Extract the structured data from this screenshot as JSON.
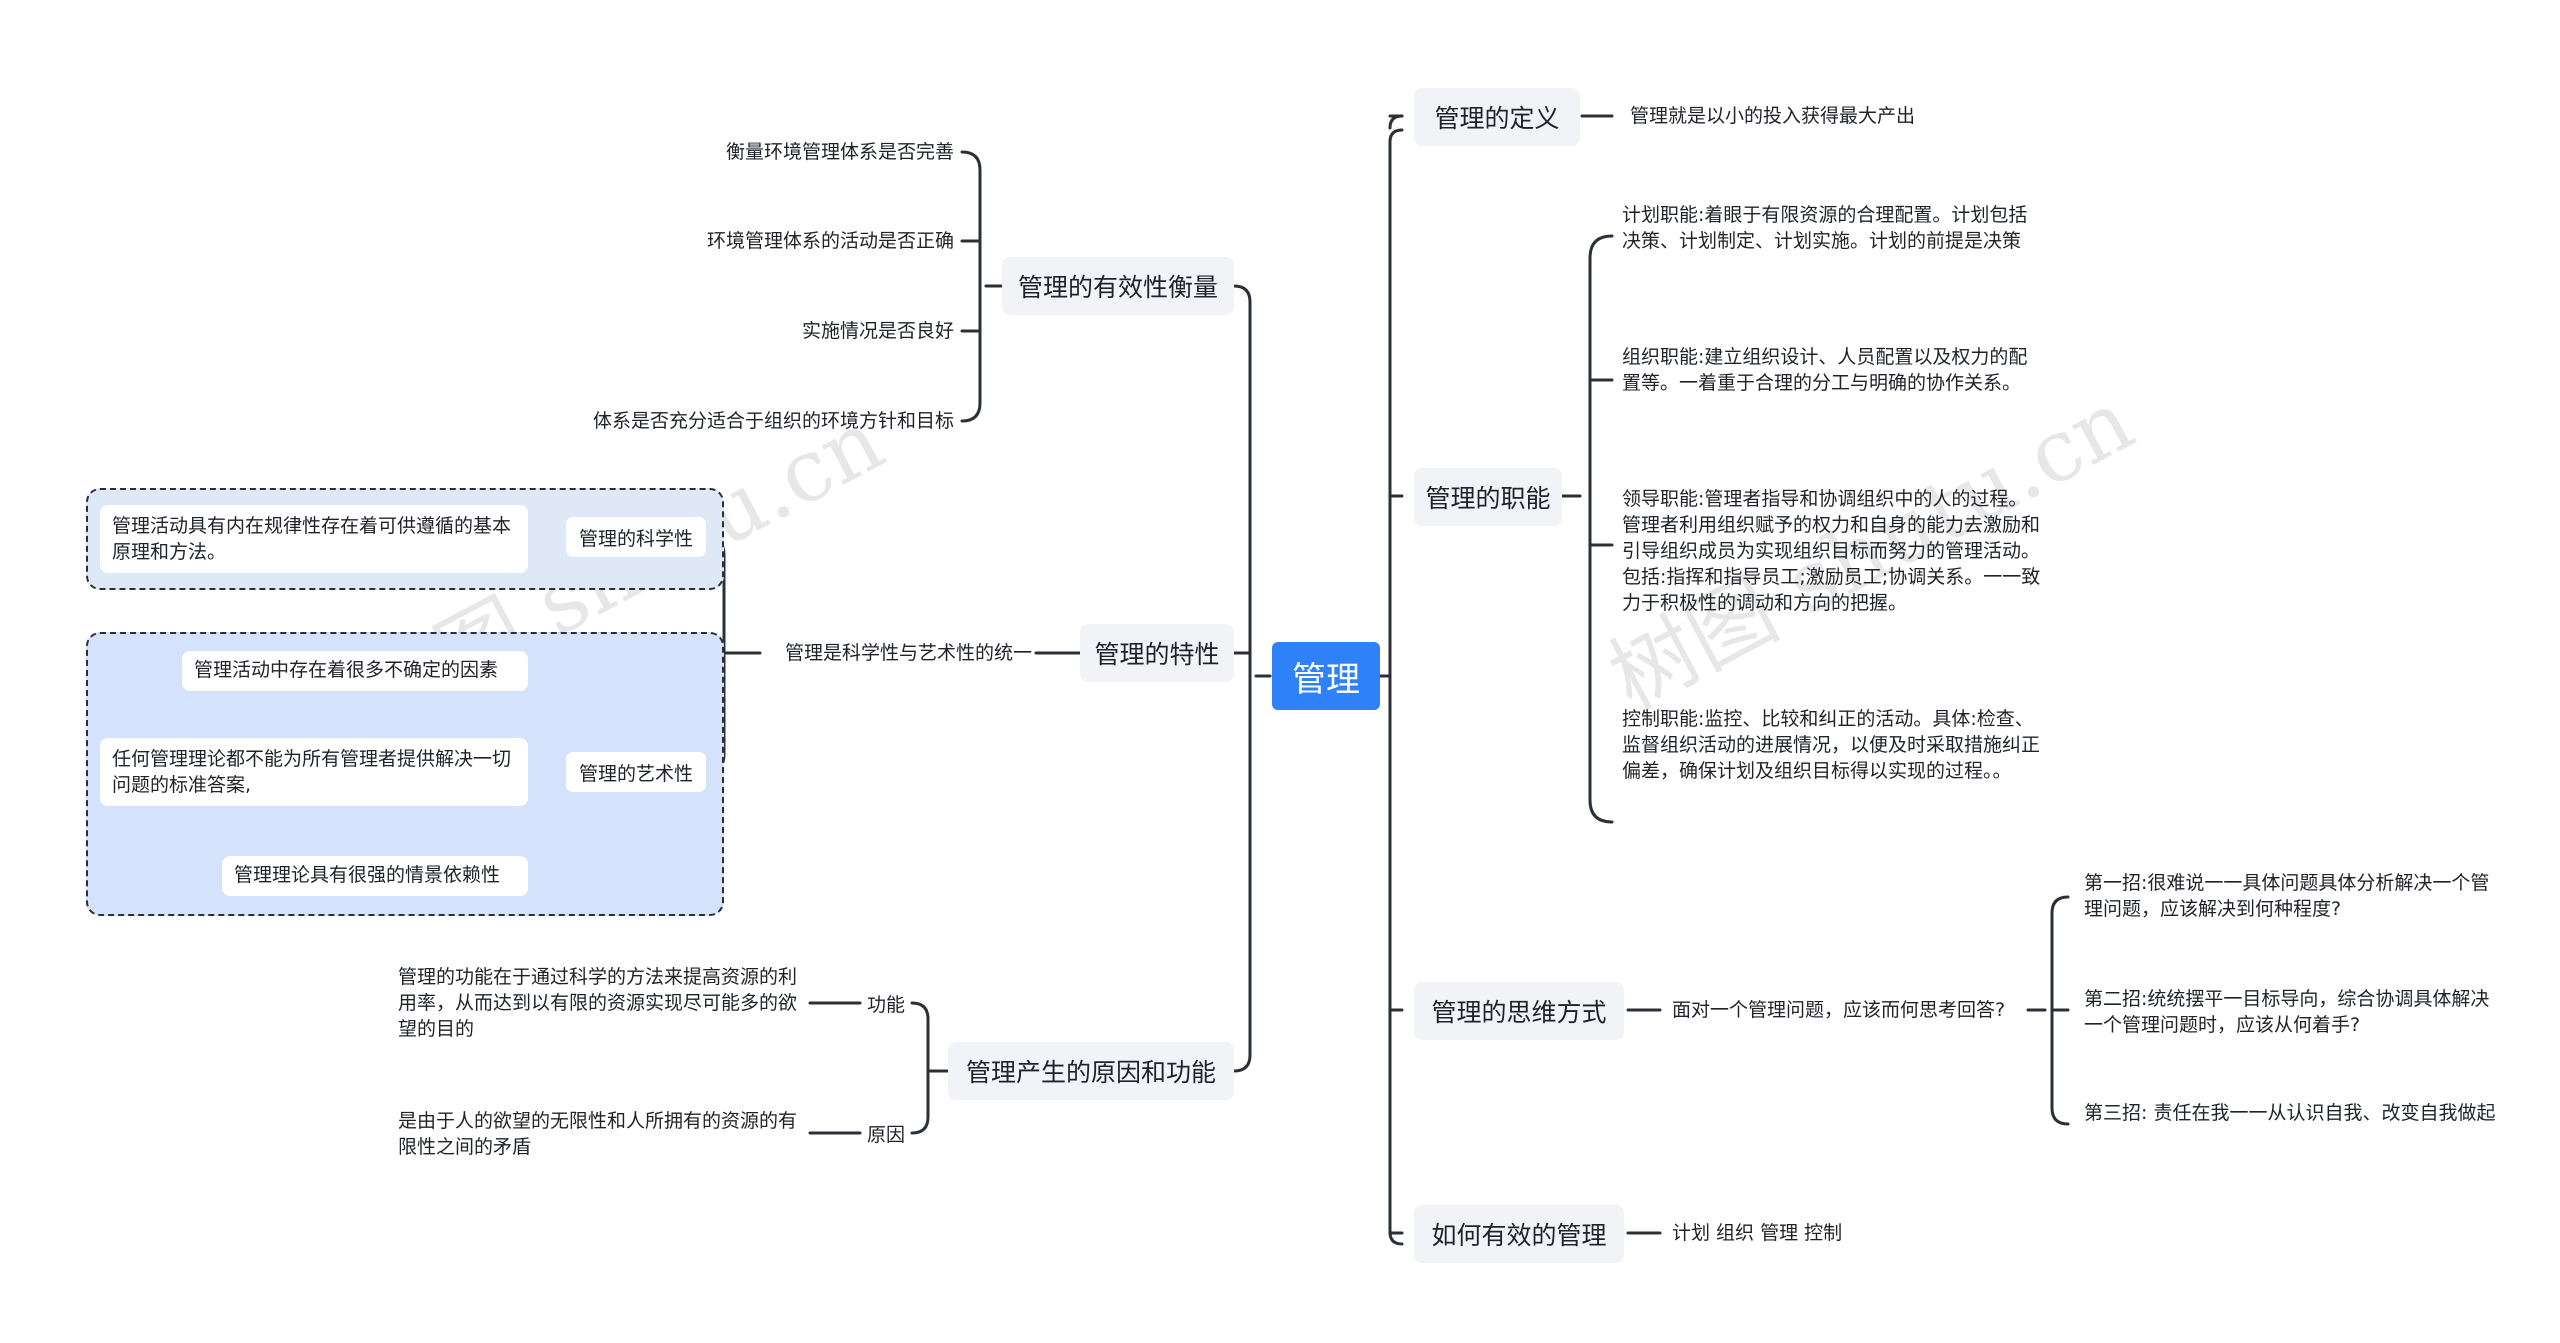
{
  "root": {
    "label": "管理"
  },
  "effectiveness": {
    "label": "管理的有效性衡量",
    "items": [
      "衡量环境管理体系是否完善",
      "环境管理体系的活动是否正确",
      "实施情况是否良好",
      "体系是否充分适合于组织的环境方针和目标"
    ]
  },
  "nature": {
    "label": "管理的特性",
    "summary": "管理是科学性与艺术性的统一",
    "science": {
      "label": "管理的科学性",
      "desc": "管理活动具有内在规律性存在着可供遵循的基本原理和方法。"
    },
    "art": {
      "label": "管理的艺术性",
      "items": [
        "管理活动中存在着很多不确定的因素",
        "任何管理理论都不能为所有管理者提供解决一切问题的标准答案,",
        "管理理论具有很强的情景依赖性"
      ]
    }
  },
  "origin": {
    "label": "管理产生的原因和功能",
    "function": {
      "label": "功能",
      "desc": "管理的功能在于通过科学的方法来提高资源的利用率，从而达到以有限的资源实现尽可能多的欲望的目的"
    },
    "cause": {
      "label": "原因",
      "desc": "是由于人的欲望的无限性和人所拥有的资源的有限性之间的矛盾"
    }
  },
  "definition": {
    "label": "管理的定义",
    "desc": "管理就是以小的投入获得最大产出"
  },
  "functions": {
    "label": "管理的职能",
    "items": [
      "计划职能:着眼于有限资源的合理配置。计划包括决策、计划制定、计划实施。计划的前提是决策",
      "组织职能:建立组织设计、人员配置以及权力的配置等。一着重于合理的分工与明确的协作关系。",
      "领导职能:管理者指导和协调组织中的人的过程。管理者利用组织赋予的权力和自身的能力去激励和引导组织成员为实现组织目标而努力的管理活动。包括:指挥和指导员工;激励员工;协调关系。一一致力于积极性的调动和方向的把握。",
      "控制职能:监控、比较和纠正的活动。具体:检查、监督组织活动的进展情况，以便及时采取措施纠正偏差，确保计划及组织目标得以实现的过程。。"
    ]
  },
  "thinking": {
    "label": "管理的思维方式",
    "question": "面对一个管理问题，应该而何思考回答?",
    "items": [
      "第一招:很难说一一具体问题具体分析解决一个管理问题，应该解决到何种程度?",
      "第二招:统统摆平一目标导向，综合协调具体解决一个管理问题时，应该从何着手?",
      "第三招: 责任在我一一从认识自我、改变自我做起"
    ]
  },
  "effective": {
    "label": "如何有效的管理",
    "desc": "计划 组织 管理 控制"
  },
  "watermark": "树图 shutu.cn"
}
